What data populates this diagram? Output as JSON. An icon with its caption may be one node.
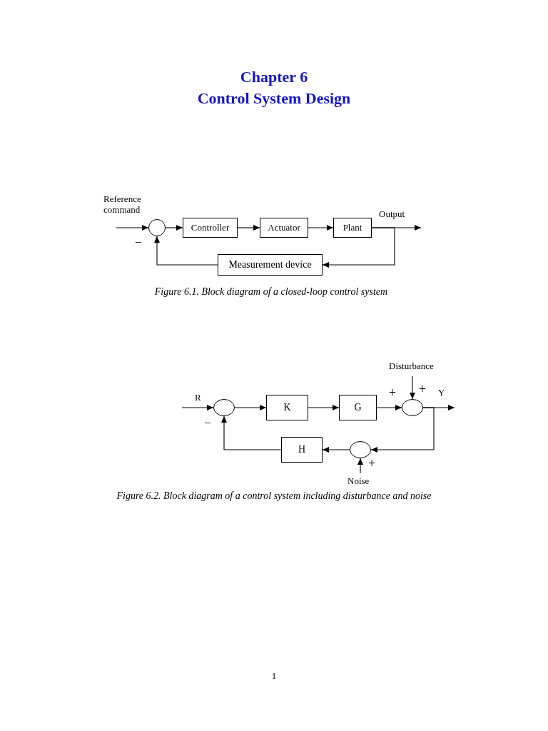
{
  "diagram": {
    "title": "Chapter 6 Control System Design",
    "nodes": [
      {
        "text": [],
        "shape": "circle"
      },
      {
        "text": [
          "Controller"
        ]
      },
      {
        "text": [
          "Actuator"
        ]
      },
      {
        "text": [
          "Plant"
        ]
      },
      {
        "text": [
          "Measurement device"
        ]
      },
      {
        "text": [],
        "shape": "circle"
      },
      {
        "text": [
          "K"
        ]
      },
      {
        "text": [
          "G"
        ]
      },
      {
        "text": [],
        "shape": "circle"
      },
      {
        "text": [
          "H"
        ]
      },
      {
        "text": [],
        "shape": "circle"
      }
    ],
    "edges": [
      {
        "from": null,
        "to": 0,
        "arrow": "to",
        "label": "Reference command"
      },
      {
        "from": 0,
        "to": 1,
        "arrow": "to"
      },
      {
        "from": 1,
        "to": 2,
        "arrow": "to"
      },
      {
        "from": 2,
        "to": 3,
        "arrow": "to"
      },
      {
        "from": 3,
        "to": null,
        "arrow": "to",
        "label": "Output"
      },
      {
        "from": 3,
        "to": 4,
        "arrow": "to"
      },
      {
        "from": 4,
        "to": 0,
        "arrow": "to"
      },
      {
        "from": null,
        "to": 5,
        "arrow": "to",
        "label": "R"
      },
      {
        "from": 5,
        "to": 6,
        "arrow": "to"
      },
      {
        "from": 6,
        "to": 7,
        "arrow": "to"
      },
      {
        "from": 7,
        "to": 8,
        "arrow": "to"
      },
      {
        "from": null,
        "to": 8,
        "arrow": "to",
        "label": "Disturbance"
      },
      {
        "from": 8,
        "to": null,
        "arrow": "to",
        "label": "Y"
      },
      {
        "from": 8,
        "to": 10,
        "arrow": "to"
      },
      {
        "from": null,
        "to": 10,
        "arrow": "to",
        "label": "Noise"
      },
      {
        "from": 10,
        "to": 9,
        "arrow": "to"
      },
      {
        "from": 9,
        "to": 5,
        "arrow": "to"
      }
    ],
    "labels": [
      "−",
      "Figure 6.1. Block diagram of a closed-loop control system",
      "+",
      "+",
      "−",
      "+",
      "Figure 6.2. Block diagram of a control system including disturbance and noise",
      "1"
    ]
  }
}
